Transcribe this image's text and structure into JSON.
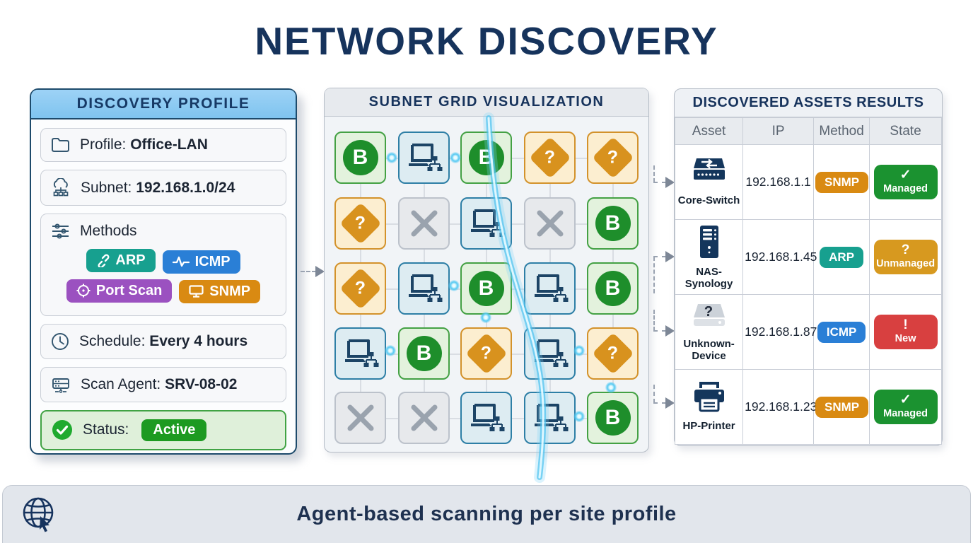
{
  "page": {
    "title": "NETWORK DISCOVERY"
  },
  "left_panel": {
    "title": "DISCOVERY PROFILE",
    "items": [
      {
        "icon": "folder-icon",
        "label": "Profile:",
        "value": "Office-LAN"
      },
      {
        "icon": "cloud-network-icon",
        "label": "Subnet:",
        "value": "192.168.1.0/24"
      },
      {
        "icon": "sliders-icon",
        "label": "Methods",
        "value": ""
      },
      {
        "icon": "clock-icon",
        "label": "Schedule:",
        "value": "Every 4 hours"
      },
      {
        "icon": "server-agent-icon",
        "label": "Scan Agent:",
        "value": "SRV-08-02"
      }
    ],
    "methods": [
      {
        "label": "ARP",
        "color": "#17a08f",
        "icon": "chain-link-icon"
      },
      {
        "label": "ICMP",
        "color": "#2a7fd6",
        "icon": "pulse-icon"
      },
      {
        "label": "Port Scan",
        "color": "#9b51c0",
        "icon": "target-icon"
      },
      {
        "label": "SNMP",
        "color": "#d98a12",
        "icon": "monitor-icon"
      }
    ],
    "status": {
      "icon": "check-circle-icon",
      "label": "Status:",
      "badge": "Active",
      "badge_color": "#1d9a21"
    }
  },
  "grid_panel": {
    "title": "SUBNET GRID VISUALIZATION",
    "cells": [
      [
        "agent",
        "host",
        "agent",
        "unknown",
        "unknown"
      ],
      [
        "unknown",
        "empty",
        "host",
        "empty",
        "agent"
      ],
      [
        "unknown",
        "host",
        "agent",
        "host",
        "agent"
      ],
      [
        "host",
        "agent",
        "unknown",
        "host",
        "unknown"
      ],
      [
        "empty",
        "empty",
        "host",
        "host",
        "agent"
      ]
    ],
    "glyphs": {
      "agent": "B",
      "unknown": "?"
    },
    "cell_icons": {
      "agent": "agent-circle-icon",
      "host": "laptop-network-icon",
      "unknown": "question-diamond-icon",
      "empty": "x-icon"
    },
    "glow_color": "#4fc3f0"
  },
  "results_panel": {
    "title": "DISCOVERED ASSETS RESULTS",
    "columns": [
      "Asset",
      "IP",
      "Method",
      "State"
    ],
    "rows": [
      {
        "asset": "Core-Switch",
        "asset_icon": "switch-icon",
        "ip": "192.168.1.1",
        "method": {
          "label": "SNMP",
          "color": "#d98a12"
        },
        "state": {
          "label": "Managed",
          "icon": "✓",
          "color": "#1b9230"
        }
      },
      {
        "asset": "NAS-Synology",
        "asset_icon": "nas-icon",
        "ip": "192.168.1.45",
        "method": {
          "label": "ARP",
          "color": "#17a08f"
        },
        "state": {
          "label": "Unmanaged",
          "icon": "?",
          "color": "#d7991f"
        }
      },
      {
        "asset": "Unknown-Device",
        "asset_icon": "unknown-device-icon",
        "ip": "192.168.1.87",
        "method": {
          "label": "ICMP",
          "color": "#2a7fd6"
        },
        "state": {
          "label": "New",
          "icon": "!",
          "color": "#d84040"
        }
      },
      {
        "asset": "HP-Printer",
        "asset_icon": "printer-icon",
        "ip": "192.168.1.23",
        "method": {
          "label": "SNMP",
          "color": "#d98a12"
        },
        "state": {
          "label": "Managed",
          "icon": "✓",
          "color": "#1b9230"
        }
      }
    ]
  },
  "footer": {
    "icon": "globe-cursor-icon",
    "text": "Agent-based scanning per site profile"
  }
}
